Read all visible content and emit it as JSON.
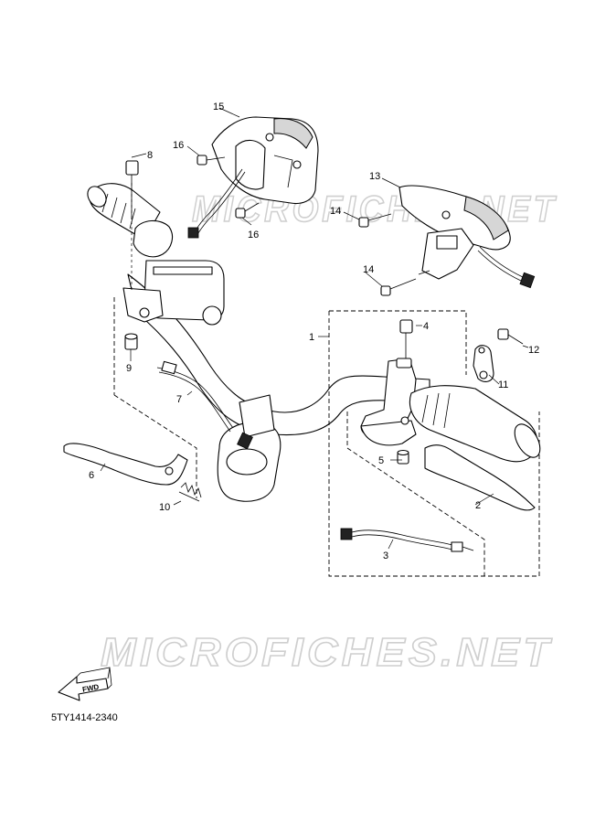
{
  "watermark": "MICROFICHES.NET",
  "diagram_code": "5TY1414-2340",
  "fwd_label": "FWD",
  "callouts": {
    "c1": "1",
    "c2": "2",
    "c3": "3",
    "c4": "4",
    "c5": "5",
    "c6": "6",
    "c7": "7",
    "c8": "8",
    "c9": "9",
    "c10": "10",
    "c11": "11",
    "c12": "12",
    "c13": "13",
    "c14a": "14",
    "c14b": "14",
    "c15": "15",
    "c16a": "16",
    "c16b": "16"
  }
}
